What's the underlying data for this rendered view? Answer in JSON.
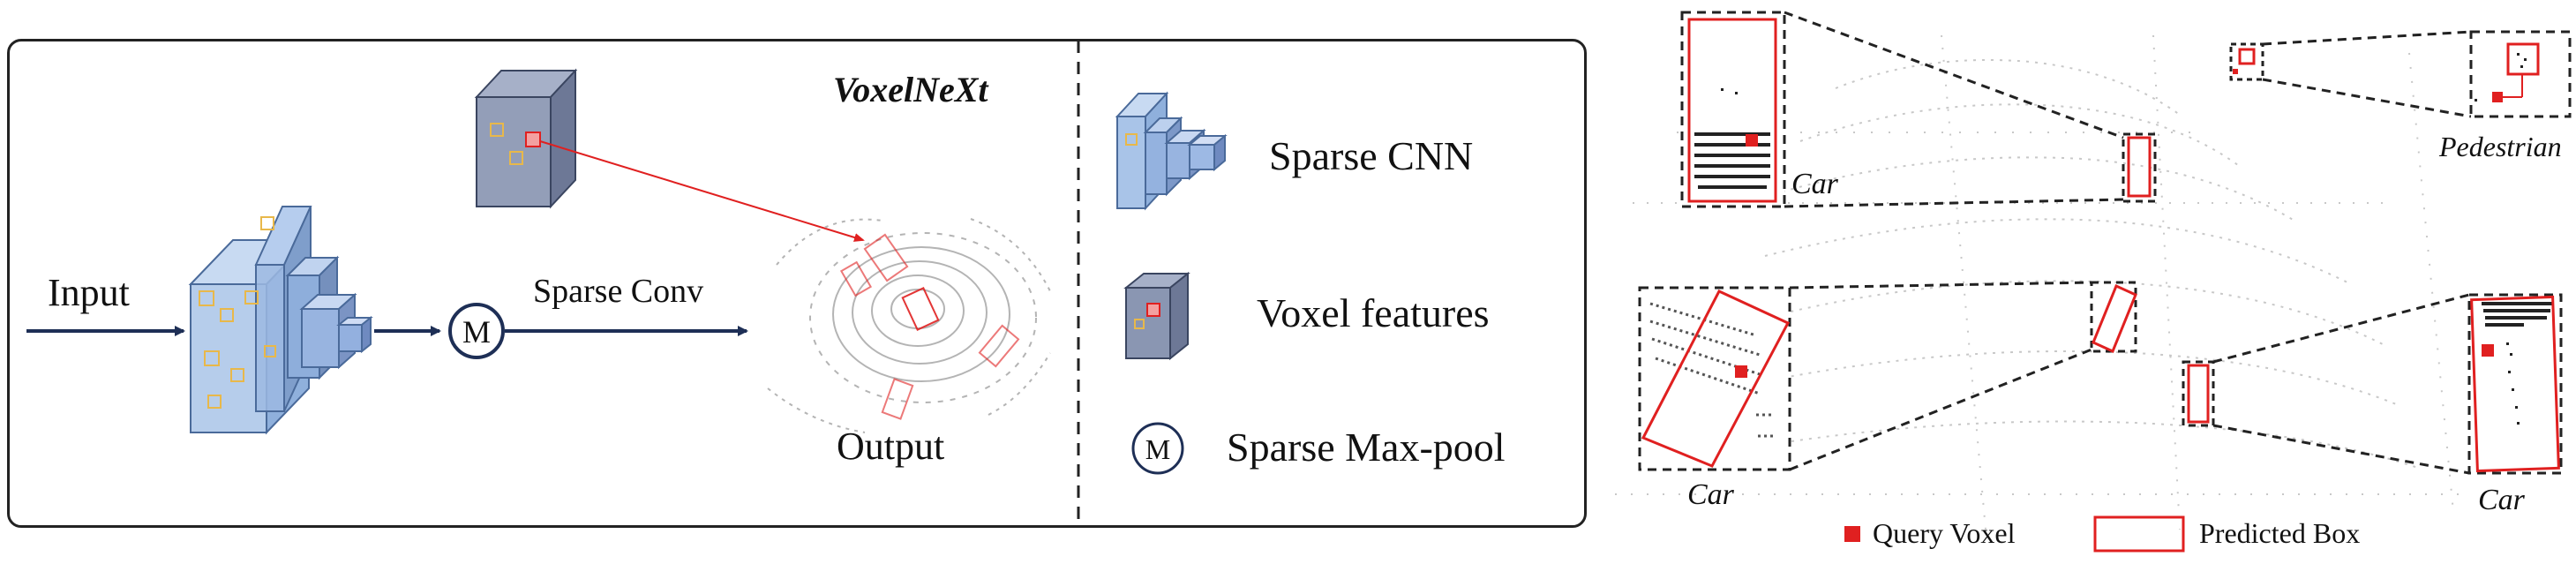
{
  "left_panel": {
    "title": "VoxelNeXt",
    "input_label": "Input",
    "sparse_conv_label": "Sparse Conv",
    "output_label": "Output",
    "maxpool_symbol": "M"
  },
  "legend": {
    "items": [
      {
        "label": "Sparse CNN",
        "icon": "sparse-cnn-icon"
      },
      {
        "label": "Voxel features",
        "icon": "voxel-features-icon"
      },
      {
        "label": "Sparse Max-pool",
        "icon": "maxpool-icon",
        "symbol": "M"
      }
    ]
  },
  "right_panel": {
    "labels": {
      "car_top_left": "Car",
      "pedestrian": "Pedestrian",
      "car_bottom_left": "Car",
      "car_bottom_right": "Car"
    },
    "legend": {
      "query_voxel": "Query Voxel",
      "predicted_box": "Predicted Box"
    }
  },
  "colors": {
    "box_red": "#e02020",
    "cnn_fill": "#a9c4e8",
    "cnn_stroke": "#4a6a9a",
    "navy": "#1e2f56",
    "feature_fill": "#8a96b2",
    "voxel_yellow": "#e8b84a",
    "points": "#9a9a9a"
  }
}
